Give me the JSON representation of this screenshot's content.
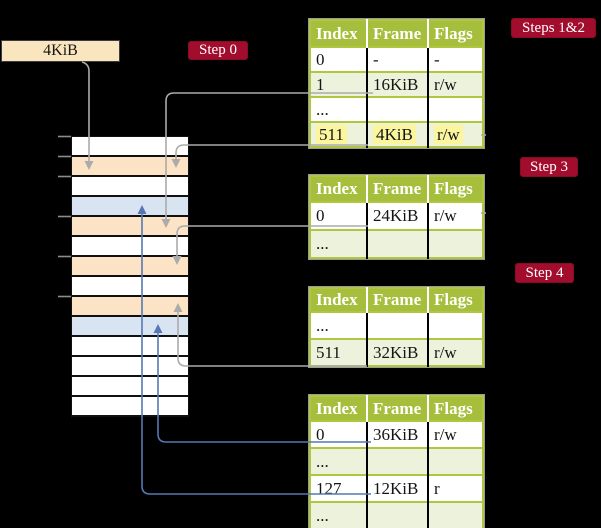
{
  "colors": {
    "bg": "#000000",
    "crimson": "#A30D2D",
    "olive": "#A5BE3B",
    "olive-border": "#AFC63F",
    "pale": "#EDF2DD",
    "peach": "#FCE3C6",
    "bluerow": "#D9E4F3",
    "white": "#FFFFFF",
    "wheat": "#F9E6BE",
    "yellow": "#FBF59D",
    "arrow-gray": "#ABABAB",
    "arrow-blue": "#5678B2",
    "tick": "#8C8C8C"
  },
  "frame_box": {
    "label": "4KiB"
  },
  "step_labels": {
    "step0": "Step 0",
    "steps12": "Steps 1&2",
    "step3": "Step 3",
    "step4": "Step 4"
  },
  "memory_strip": {
    "rows": [
      {
        "color": "white"
      },
      {
        "color": "peach"
      },
      {
        "color": "white"
      },
      {
        "color": "bluerow"
      },
      {
        "color": "peach"
      },
      {
        "color": "white"
      },
      {
        "color": "peach"
      },
      {
        "color": "white"
      },
      {
        "color": "peach"
      },
      {
        "color": "bluerow"
      },
      {
        "color": "white"
      },
      {
        "color": "white"
      },
      {
        "color": "white"
      },
      {
        "color": "white"
      }
    ]
  },
  "tables": [
    {
      "name": "page-table-steps-1-2",
      "headers": [
        "Index",
        "Frame",
        "Flags"
      ],
      "rows": [
        {
          "cells": [
            "0",
            "-",
            "-"
          ],
          "highlight": false
        },
        {
          "cells": [
            "1",
            "16KiB",
            "r/w"
          ],
          "highlight": false
        },
        {
          "cells": [
            "...",
            "",
            ""
          ],
          "highlight": false
        },
        {
          "cells": [
            "511",
            "4KiB",
            "r/w"
          ],
          "highlight": true
        }
      ]
    },
    {
      "name": "page-table-step-3",
      "headers": [
        "Index",
        "Frame",
        "Flags"
      ],
      "rows": [
        {
          "cells": [
            "0",
            "24KiB",
            "r/w"
          ],
          "highlight": false
        },
        {
          "cells": [
            "...",
            "",
            ""
          ],
          "highlight": false
        }
      ]
    },
    {
      "name": "page-table-step-4",
      "headers": [
        "Index",
        "Frame",
        "Flags"
      ],
      "rows": [
        {
          "cells": [
            "...",
            "",
            ""
          ],
          "highlight": false
        },
        {
          "cells": [
            "511",
            "32KiB",
            "r/w"
          ],
          "highlight": false
        }
      ]
    },
    {
      "name": "page-table-bottom",
      "headers": [
        "Index",
        "Frame",
        "Flags"
      ],
      "rows": [
        {
          "cells": [
            "0",
            "36KiB",
            "r/w"
          ],
          "highlight": false
        },
        {
          "cells": [
            "...",
            "",
            ""
          ],
          "highlight": false
        },
        {
          "cells": [
            "127",
            "12KiB",
            "r"
          ],
          "highlight": false
        },
        {
          "cells": [
            "...",
            "",
            ""
          ],
          "highlight": false
        }
      ]
    }
  ]
}
